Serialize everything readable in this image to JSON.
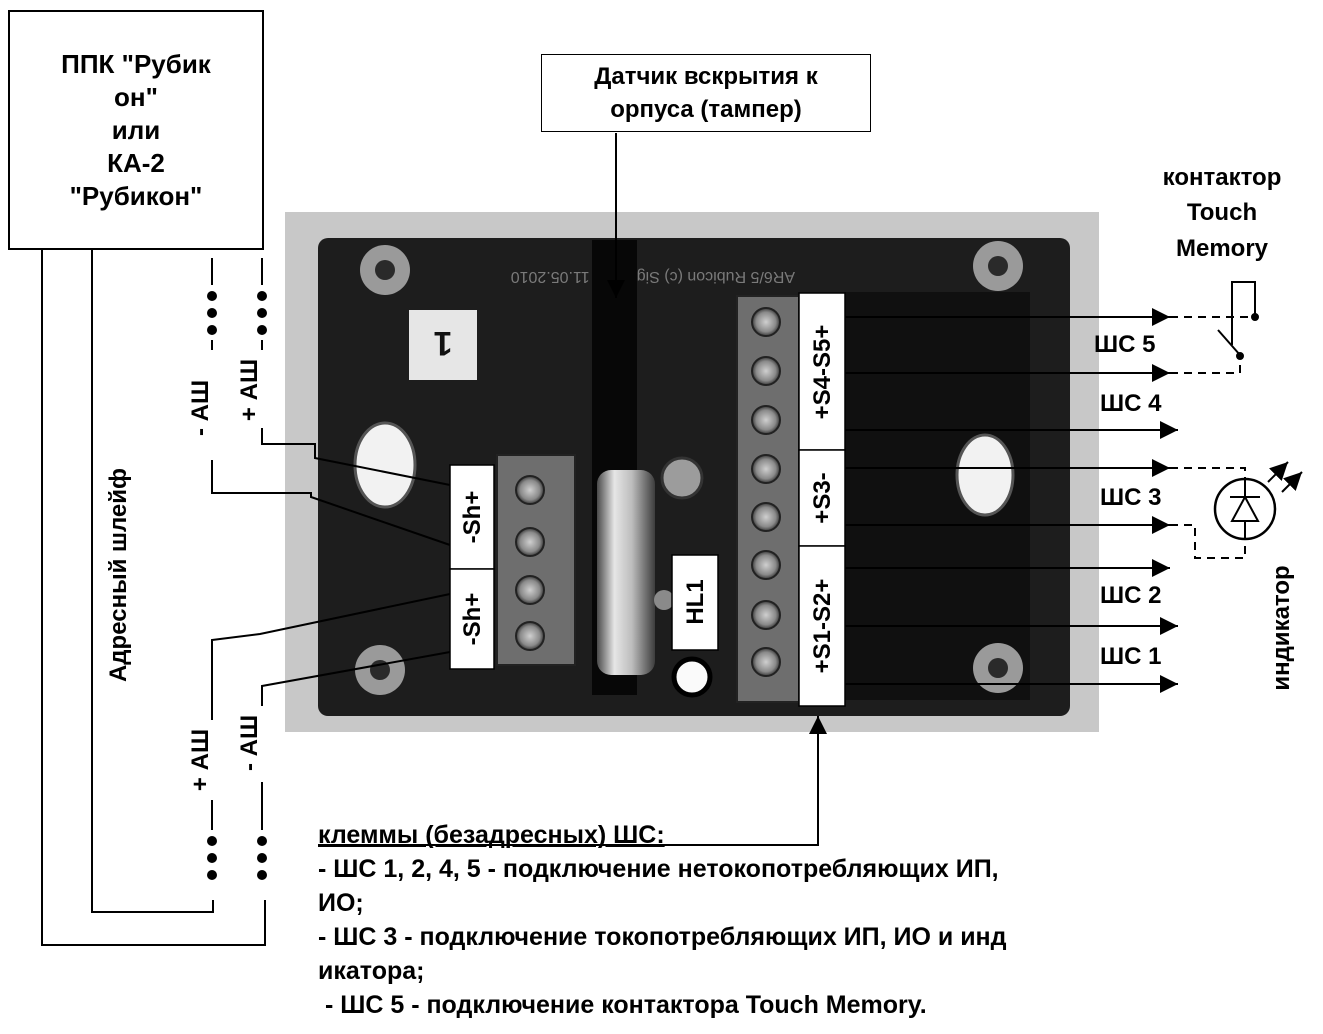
{
  "ppk_box": {
    "lines": [
      "ППК \"Рубик",
      "он\"",
      "или",
      "КА-2",
      "\"Рубикон\""
    ]
  },
  "tamper_box": {
    "lines": [
      "Датчик вскрытия к",
      "орпуса (тампер)"
    ]
  },
  "board": {
    "pcb_text": "AR6/5 Rubicon (c) Sigma-IS 11.05.2010",
    "marker": "1",
    "terminal_labels": {
      "sh_top": "-Sh+",
      "sh_bottom": "-Sh+",
      "s4_s5": "+S4-S5+",
      "s3": "+S3-",
      "s1_s2": "+S1-S2+",
      "hl1": "HL1"
    }
  },
  "left_labels": {
    "minus_ash_top": "- АШ",
    "plus_ash_top": "+ АШ",
    "plus_ash_bottom": "+ АШ",
    "minus_ash_bottom": "- АШ",
    "loop": "Адресный шлейф"
  },
  "right_labels": {
    "contactor": [
      "контактор",
      "Touch",
      "Memory"
    ],
    "shs5": "ШС 5",
    "shs4": "ШС 4",
    "shs3": "ШС 3",
    "shs2": "ШС 2",
    "shs1": "ШС 1",
    "indicator": "индикатор"
  },
  "notes": {
    "title": "клеммы (безадресных) ШС:",
    "lines": [
      "- ШС 1, 2, 4, 5 - подключение нетокопотребляющих ИП,",
      "ИО;",
      "- ШС 3 - подключение токопотребляющих ИП, ИО и инд",
      "икатора;",
      " - ШС 5 - подключение контактора Touch Memory."
    ]
  }
}
